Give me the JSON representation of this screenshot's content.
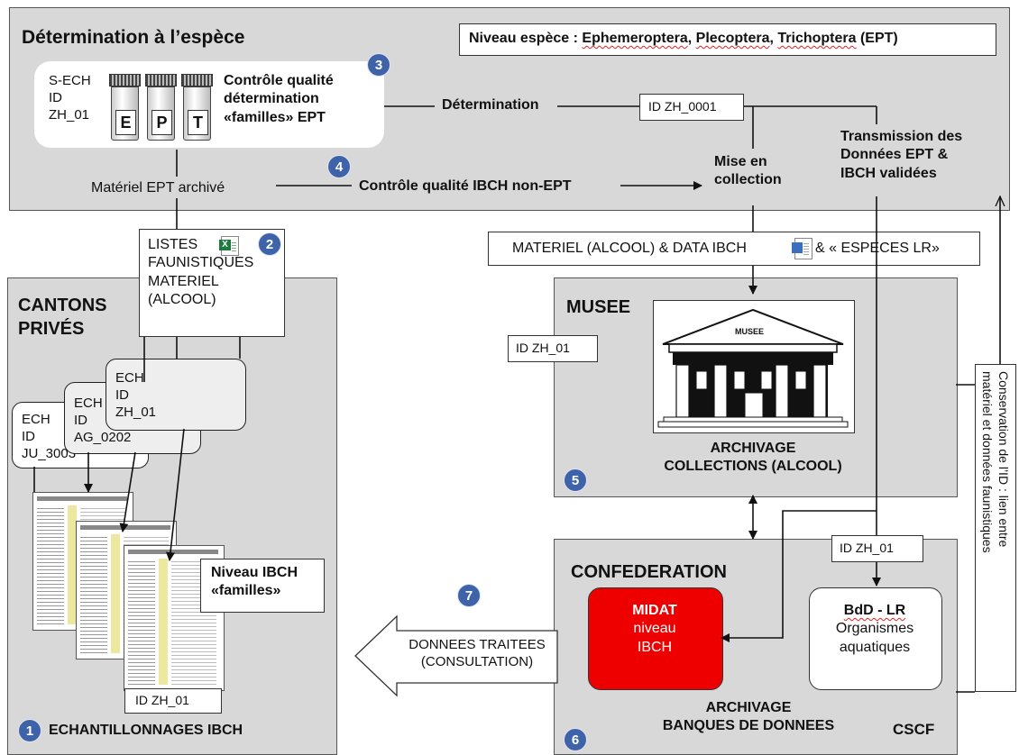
{
  "top": {
    "title": "Détermination à l’espèce",
    "niveau_prefix": "Niveau espèce : ",
    "niveau_taxa": [
      "Ephemeroptera",
      "Plecoptera",
      "Trichoptera"
    ],
    "niveau_suffix": " (EPT)",
    "sample_lines": [
      "S-ECH",
      "ID",
      "ZH_01"
    ],
    "jar_letters": [
      "E",
      "P",
      "T"
    ],
    "qc_lines": [
      "Contrôle qualité",
      "détermination",
      "«familles» EPT"
    ],
    "determination": "Détermination",
    "id_zh_0001": "ID ZH_0001",
    "transmission_lines": [
      "Transmission des",
      "Données EPT &",
      "IBCH validées"
    ],
    "materiel_archive": "Matériel EPT archivé",
    "qc_non_ept": "Contrôle qualité IBCH non-EPT",
    "mise_en_collection": [
      "Mise en",
      "collection"
    ]
  },
  "listes": [
    "LISTES",
    "FAUNISTIQUES",
    "MATERIEL",
    "(ALCOOL)"
  ],
  "materiel_bar": {
    "left": "MATERIEL (ALCOOL)  & DATA IBCH",
    "right": "& « ESPECES LR»"
  },
  "cantons": {
    "title": [
      "CANTONS",
      "PRIVÉS"
    ],
    "cards": [
      {
        "lines": [
          "ECH",
          "ID",
          "JU_3003"
        ]
      },
      {
        "lines": [
          "ECH",
          "ID",
          "AG_0202"
        ]
      },
      {
        "lines": [
          "ECH",
          "ID",
          "ZH_01"
        ]
      }
    ],
    "niveau_ibch": [
      "Niveau IBCH",
      "«familles»"
    ],
    "id_zh_01": "ID ZH_01",
    "footer": "ECHANTILLONNAGES IBCH"
  },
  "musee": {
    "title": "MUSEE",
    "id": "ID ZH_01",
    "building_label": "MUSEE",
    "archivage": [
      "ARCHIVAGE",
      "COLLECTIONS (ALCOOL)"
    ]
  },
  "conservation": [
    "Conservation de l’ID : lien entre",
    "matériel et données faunistiques"
  ],
  "confederation": {
    "title": "CONFEDERATION",
    "id": "ID ZH_01",
    "midat": [
      "MIDAT",
      "niveau",
      "IBCH"
    ],
    "bdd_title": "BdD - LR",
    "bdd_lines": [
      "Organismes",
      "aquatiques"
    ],
    "archivage": [
      "ARCHIVAGE",
      "BANQUES DE DONNEES"
    ],
    "cscf": "CSCF"
  },
  "donnees": [
    "DONNEES TRAITEES",
    "(CONSULTATION)"
  ],
  "badges": [
    "1",
    "2",
    "3",
    "4",
    "5",
    "6",
    "7"
  ],
  "colors": {
    "panel": "#d8d8d8",
    "badge": "#3f63a8",
    "midat": "#ee0000",
    "excel": "#1f7a3f"
  }
}
